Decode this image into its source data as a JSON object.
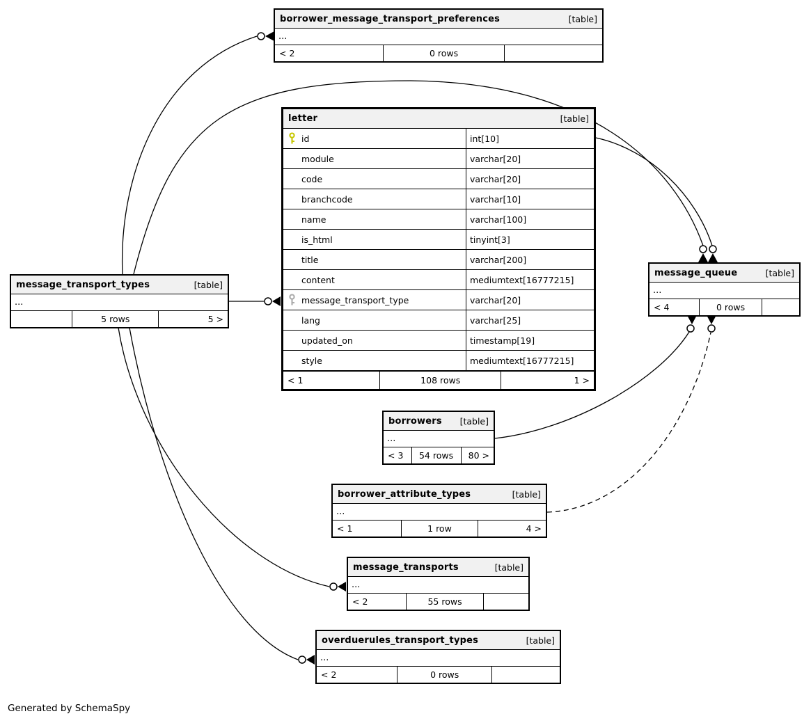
{
  "diagram": {
    "footnote": "Generated by SchemaSpy"
  },
  "colors": {
    "header_bg": "#f1f1f1",
    "border": "#000000",
    "primary_key": "#c6c600",
    "foreign_key": "#ababab",
    "edge": "#000000"
  },
  "tables": {
    "borrower_message_transport_preferences": {
      "name": "borrower_message_transport_preferences",
      "badge": "[table]",
      "dots": "...",
      "footer": {
        "left": "< 2",
        "center": "0 rows",
        "right": ""
      }
    },
    "letter": {
      "name": "letter",
      "badge": "[table]",
      "columns": [
        {
          "key": "primary",
          "name": "id",
          "type": "int[10]"
        },
        {
          "key": "",
          "name": "module",
          "type": "varchar[20]"
        },
        {
          "key": "",
          "name": "code",
          "type": "varchar[20]"
        },
        {
          "key": "",
          "name": "branchcode",
          "type": "varchar[10]"
        },
        {
          "key": "",
          "name": "name",
          "type": "varchar[100]"
        },
        {
          "key": "",
          "name": "is_html",
          "type": "tinyint[3]"
        },
        {
          "key": "",
          "name": "title",
          "type": "varchar[200]"
        },
        {
          "key": "",
          "name": "content",
          "type": "mediumtext[16777215]"
        },
        {
          "key": "foreign",
          "name": "message_transport_type",
          "type": "varchar[20]"
        },
        {
          "key": "",
          "name": "lang",
          "type": "varchar[25]"
        },
        {
          "key": "",
          "name": "updated_on",
          "type": "timestamp[19]"
        },
        {
          "key": "",
          "name": "style",
          "type": "mediumtext[16777215]"
        }
      ],
      "footer": {
        "left": "< 1",
        "center": "108 rows",
        "right": "1 >"
      }
    },
    "message_transport_types": {
      "name": "message_transport_types",
      "badge": "[table]",
      "dots": "...",
      "footer": {
        "left": "",
        "center": "5 rows",
        "right": "5 >"
      }
    },
    "message_queue": {
      "name": "message_queue",
      "badge": "[table]",
      "dots": "...",
      "footer": {
        "left": "< 4",
        "center": "0 rows",
        "right": ""
      }
    },
    "borrowers": {
      "name": "borrowers",
      "badge": "[table]",
      "dots": "...",
      "footer": {
        "left": "< 3",
        "center": "54 rows",
        "right": "80 >"
      }
    },
    "borrower_attribute_types": {
      "name": "borrower_attribute_types",
      "badge": "[table]",
      "dots": "...",
      "footer": {
        "left": "< 1",
        "center": "1 row",
        "right": "4 >"
      }
    },
    "message_transports": {
      "name": "message_transports",
      "badge": "[table]",
      "dots": "...",
      "footer": {
        "left": "< 2",
        "center": "55 rows",
        "right": ""
      }
    },
    "overduerules_transport_types": {
      "name": "overduerules_transport_types",
      "badge": "[table]",
      "dots": "...",
      "footer": {
        "left": "< 2",
        "center": "0 rows",
        "right": ""
      }
    }
  },
  "relationships": [
    {
      "from": "message_transport_types",
      "to": "borrower_message_transport_preferences",
      "style": "solid"
    },
    {
      "from": "message_transport_types",
      "to": "message_queue",
      "style": "solid"
    },
    {
      "from": "message_transport_types",
      "to": "letter.message_transport_type",
      "style": "solid"
    },
    {
      "from": "message_transport_types",
      "to": "message_transports",
      "style": "solid"
    },
    {
      "from": "message_transport_types",
      "to": "overduerules_transport_types",
      "style": "solid"
    },
    {
      "from": "letter.id",
      "to": "message_queue",
      "style": "solid"
    },
    {
      "from": "borrowers",
      "to": "message_queue",
      "style": "solid"
    },
    {
      "from": "borrower_attribute_types",
      "to": "message_queue",
      "style": "dashed"
    }
  ]
}
